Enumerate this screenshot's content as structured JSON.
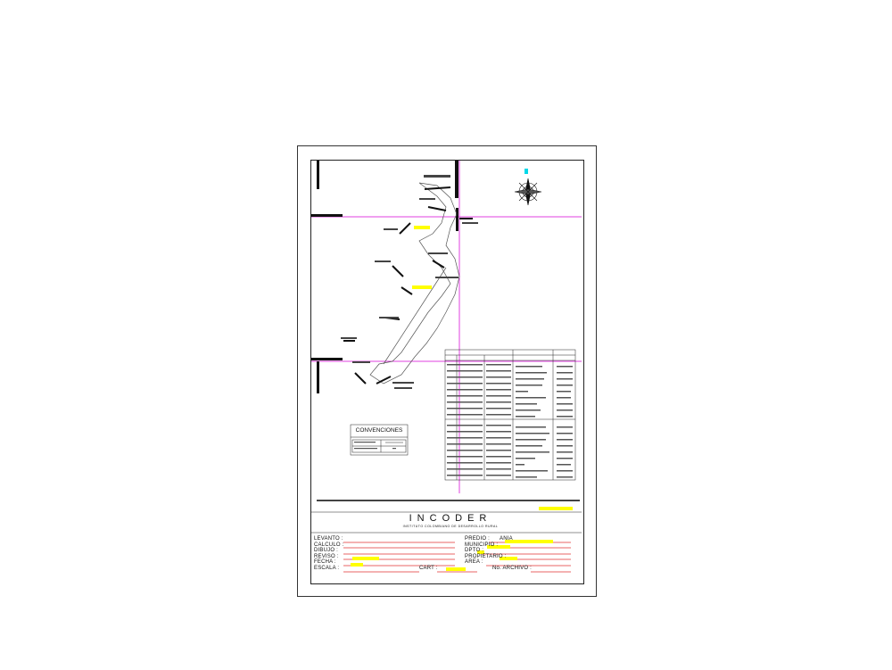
{
  "title_block": {
    "brand": "INCODER",
    "subtitle": "INSTITUTO COLOMBIANO DE DESARROLLO RURAL",
    "fields_left": [
      "LEVANTO :",
      "CALCULO :",
      "DIBUJO :",
      "REVISO :",
      "FECHA :",
      "ESCALA :"
    ],
    "fields_right": [
      "PREDIO :",
      "MUNICIPIO :",
      "DPTO :",
      "PROPIETARIO :",
      "AREA :"
    ],
    "predio_value": "ANIA",
    "cart_label": "CART :",
    "archivo_label": "No. ARCHIVO :"
  },
  "legend": {
    "title": "CONVENCIONES"
  },
  "colors": {
    "grid_line": "#e040e0",
    "highlight": "#ffff00",
    "red_line": "#e03030",
    "ink": "#111111",
    "cyan_marker": "#00d8e8"
  },
  "icons": [
    "north-arrow-icon"
  ]
}
